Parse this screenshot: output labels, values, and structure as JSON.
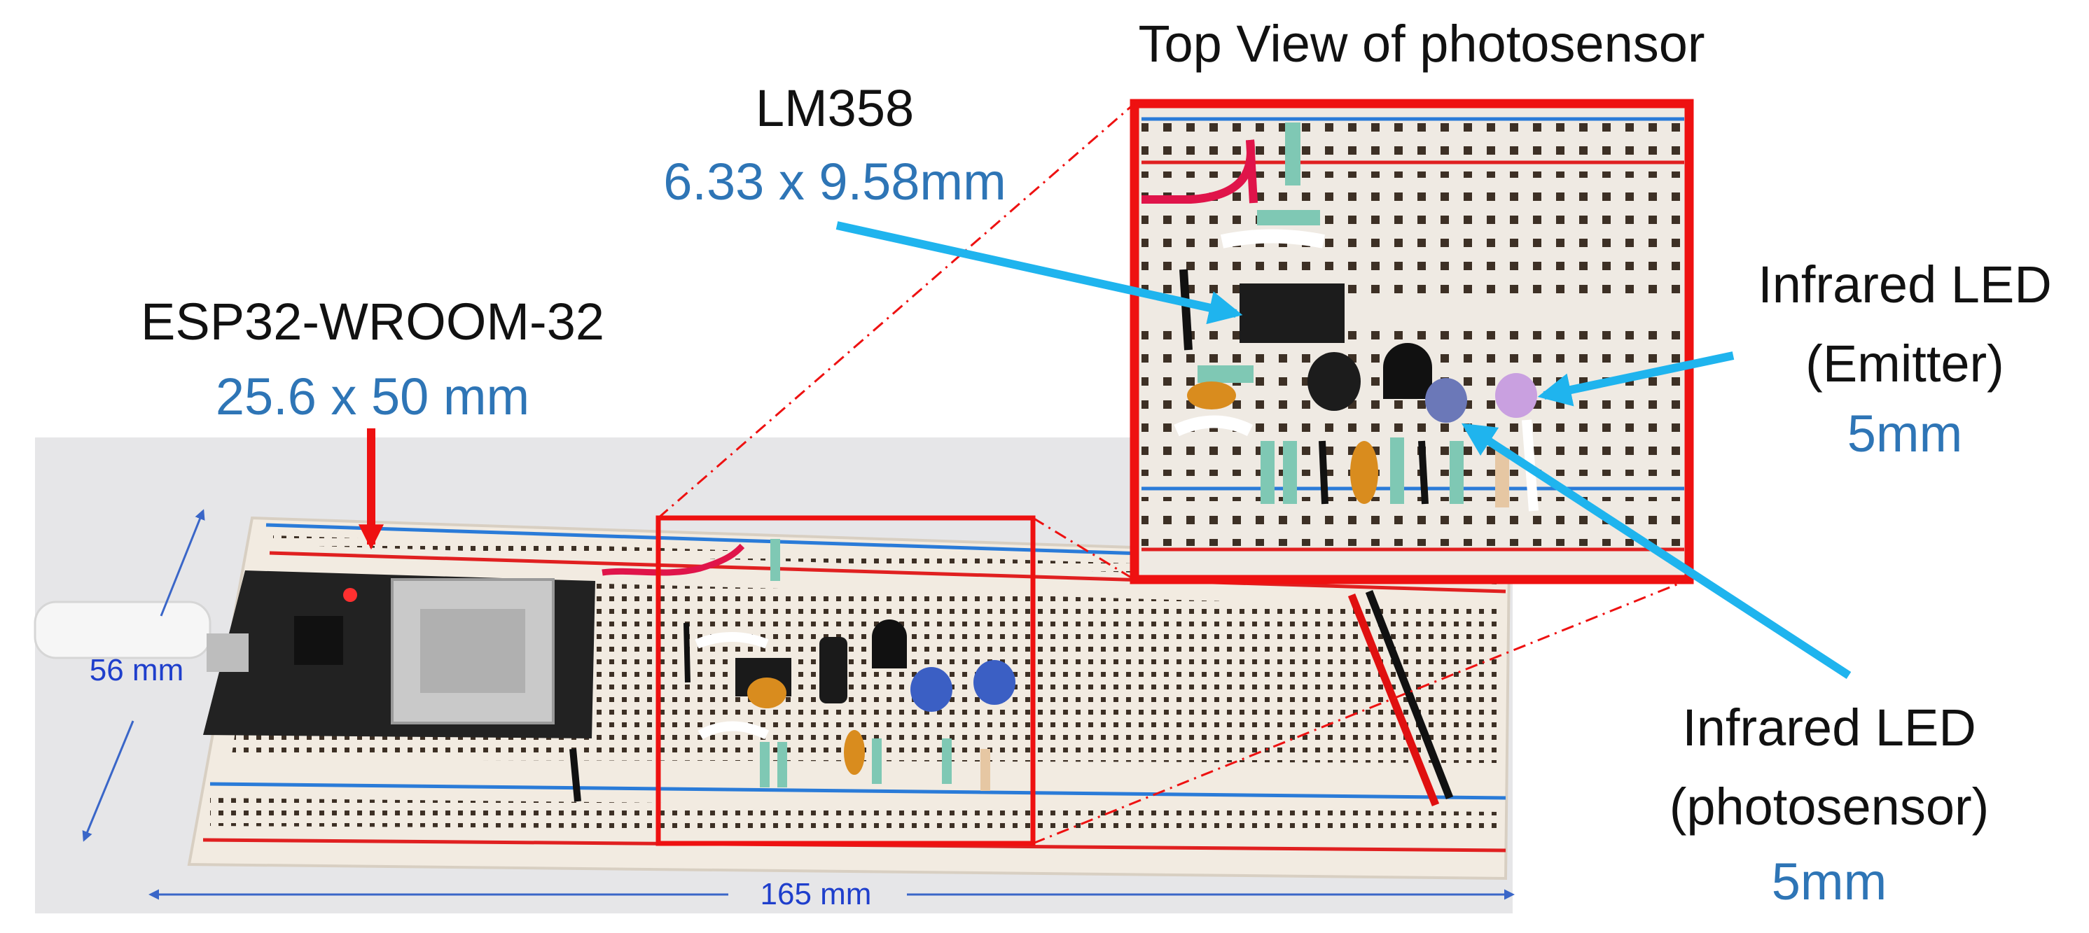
{
  "title": "Top View of photosensor",
  "labels": {
    "esp_name": "ESP32-WROOM-32",
    "esp_size": "25.6 x 50 mm",
    "lm_name": "LM358",
    "lm_size": "6.33 x 9.58mm",
    "emitter_line1": "Infrared LED",
    "emitter_line2": "(Emitter)",
    "emitter_size": "5mm",
    "sensor_line1": "Infrared LED",
    "sensor_line2": "(photosensor)",
    "sensor_size": "5mm"
  },
  "dimensions": {
    "width_text": "56 mm",
    "length_text": "165 mm"
  },
  "colors": {
    "highlight_box": "#ee1111",
    "pointer_arrow": "#1fb4ee",
    "dimension_line": "#3a66c8",
    "size_text": "#2e75b6",
    "breadboard": "#f2ebe1",
    "rail_red": "#e02020",
    "rail_blue": "#2a7bd8",
    "pcb": "#222222"
  }
}
